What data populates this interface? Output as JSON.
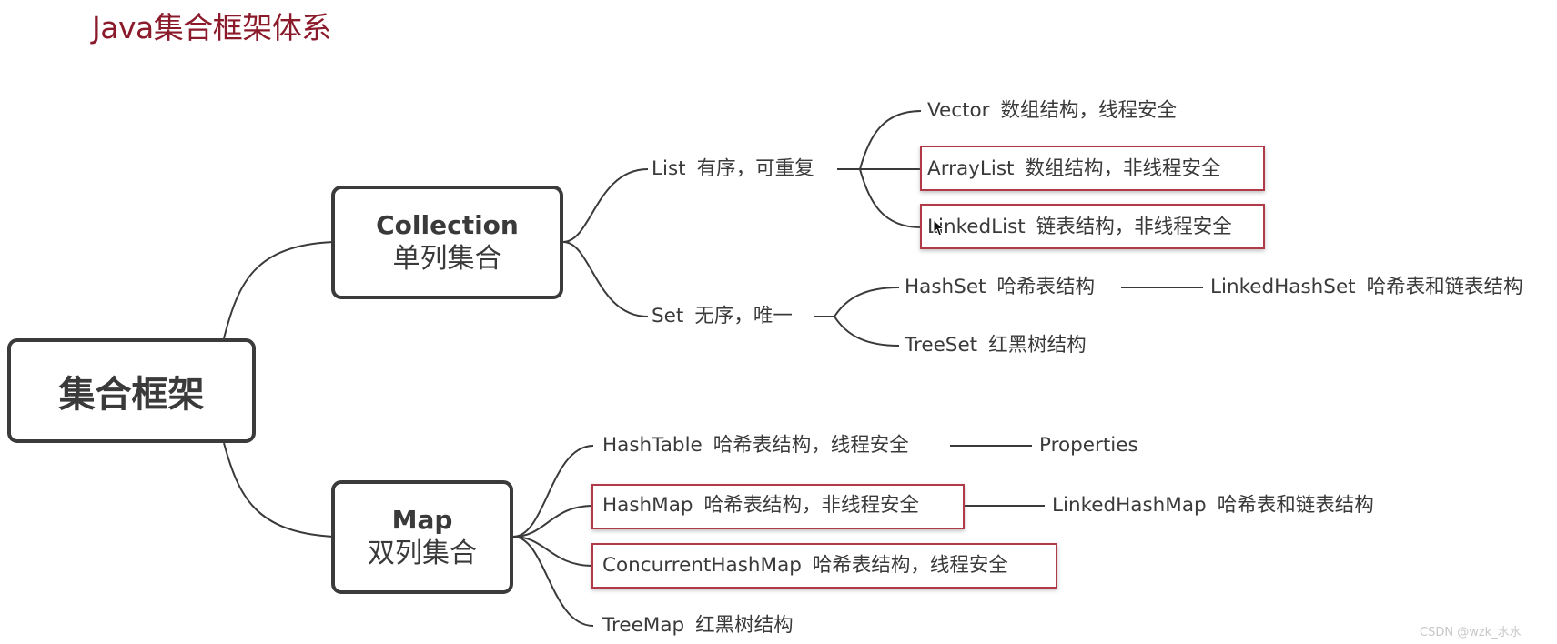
{
  "title": "Java集合框架体系",
  "root": {
    "label": "集合框架"
  },
  "collection": {
    "title": "Collection",
    "subtitle": "单列集合"
  },
  "map": {
    "title": "Map",
    "subtitle": "双列集合"
  },
  "list_branch": {
    "name": "List",
    "desc": "有序，可重复"
  },
  "set_branch": {
    "name": "Set",
    "desc": "无序，唯一"
  },
  "vector": {
    "name": "Vector",
    "desc": "数组结构，线程安全"
  },
  "arraylist": {
    "name": "ArrayList",
    "desc": "数组结构，非线程安全"
  },
  "linkedlist": {
    "name": "LinkedList",
    "desc": "链表结构，非线程安全"
  },
  "hashset": {
    "name": "HashSet",
    "desc": "哈希表结构"
  },
  "linkedhashset": {
    "name": "LinkedHashSet",
    "desc": "哈希表和链表结构"
  },
  "treeset": {
    "name": "TreeSet",
    "desc": "红黑树结构"
  },
  "hashtable": {
    "name": "HashTable",
    "desc": "哈希表结构，线程安全"
  },
  "properties": {
    "name": "Properties"
  },
  "hashmap": {
    "name": "HashMap",
    "desc": "哈希表结构，非线程安全"
  },
  "linkedhashmap": {
    "name": "LinkedHashMap",
    "desc": "哈希表和链表结构"
  },
  "concurrenthashmap": {
    "name": "ConcurrentHashMap",
    "desc": "哈希表结构，线程安全"
  },
  "treemap": {
    "name": "TreeMap",
    "desc": "红黑树结构"
  },
  "watermark": "CSDN @wzk_水水",
  "colors": {
    "title": "#8b1a2b",
    "highlight_border": "#b03a48",
    "box_border": "#3b3b3b",
    "text": "#3a3a3a",
    "connector": "#3a3a3a"
  }
}
